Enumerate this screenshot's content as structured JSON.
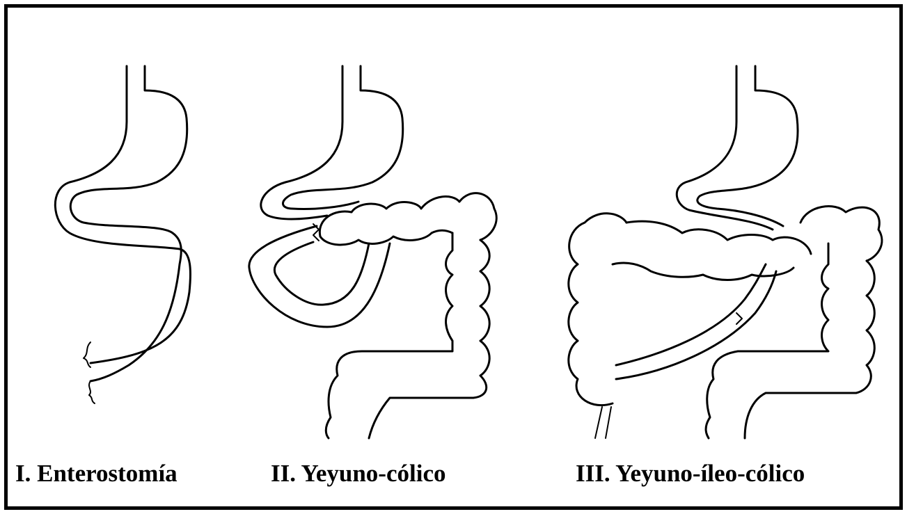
{
  "figure": {
    "panels": [
      {
        "id": "I",
        "caption": "I. Enterostomía"
      },
      {
        "id": "II",
        "caption": "II. Yeyuno-cólico"
      },
      {
        "id": "III",
        "caption": "III. Yeyuno-íleo-cólico"
      }
    ],
    "colors": {
      "ink": "#000000",
      "background": "#ffffff"
    }
  }
}
